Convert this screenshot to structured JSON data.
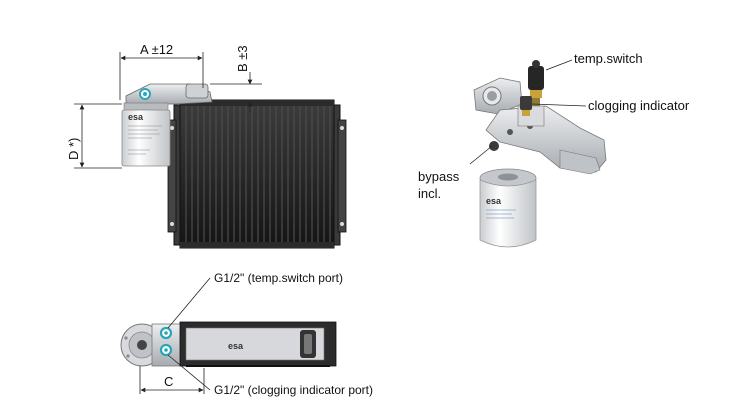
{
  "dimensions": {
    "a": "A ±12",
    "b": "B ±3",
    "c": "C",
    "d": "D *)"
  },
  "callouts": {
    "temp_switch": "temp.switch",
    "clogging_indicator": "clogging indicator",
    "bypass_line1": "bypass",
    "bypass_line2": "incl.",
    "temp_switch_port": "G1/2\" (temp.switch port)",
    "clogging_indicator_port": "G1/2\" (clogging indicator port)"
  },
  "colors": {
    "cooler_body": "#262626",
    "cooler_fin": "#3a3a3a",
    "cooler_frame": "#555555",
    "aluminium": "#d4d6d9",
    "aluminium_dark": "#9a9ea3",
    "filter_white": "#f2f3f4",
    "filter_cap": "#b8bcc0",
    "port_cyan": "#2aa5b8"
  }
}
